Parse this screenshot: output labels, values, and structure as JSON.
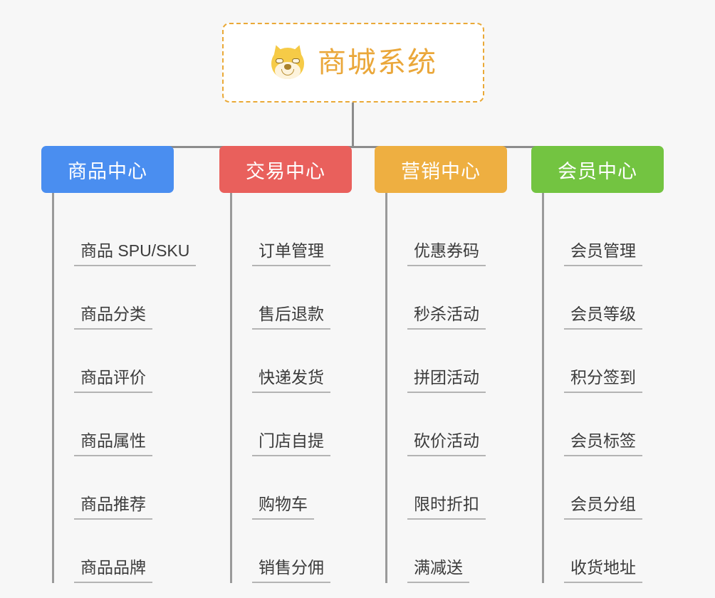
{
  "page": {
    "background_color": "#f7f7f7",
    "diagram_type": "mind-map-org-chart"
  },
  "root": {
    "title": "商城系统",
    "icon": "shiba-dog-emoji",
    "border_color": "#eaa937",
    "title_color": "#eaa73a",
    "background_color": "#ffffff"
  },
  "connector": {
    "color": "#8c8c8c"
  },
  "columns": [
    {
      "id": "product-center",
      "title": "商品中心",
      "color": "#4a8ef0",
      "leaves": [
        "商品 SPU/SKU",
        "商品分类",
        "商品评价",
        "商品属性",
        "商品推荐",
        "商品品牌"
      ]
    },
    {
      "id": "trade-center",
      "title": "交易中心",
      "color": "#e9605c",
      "leaves": [
        "订单管理",
        "售后退款",
        "快递发货",
        "门店自提",
        "购物车",
        "销售分佣"
      ]
    },
    {
      "id": "marketing-center",
      "title": "营销中心",
      "color": "#eeaf41",
      "leaves": [
        "优惠券码",
        "秒杀活动",
        "拼团活动",
        "砍价活动",
        "限时折扣",
        "满减送"
      ]
    },
    {
      "id": "member-center",
      "title": "会员中心",
      "color": "#73c441",
      "leaves": [
        "会员管理",
        "会员等级",
        "积分签到",
        "会员标签",
        "会员分组",
        "收货地址"
      ]
    }
  ]
}
